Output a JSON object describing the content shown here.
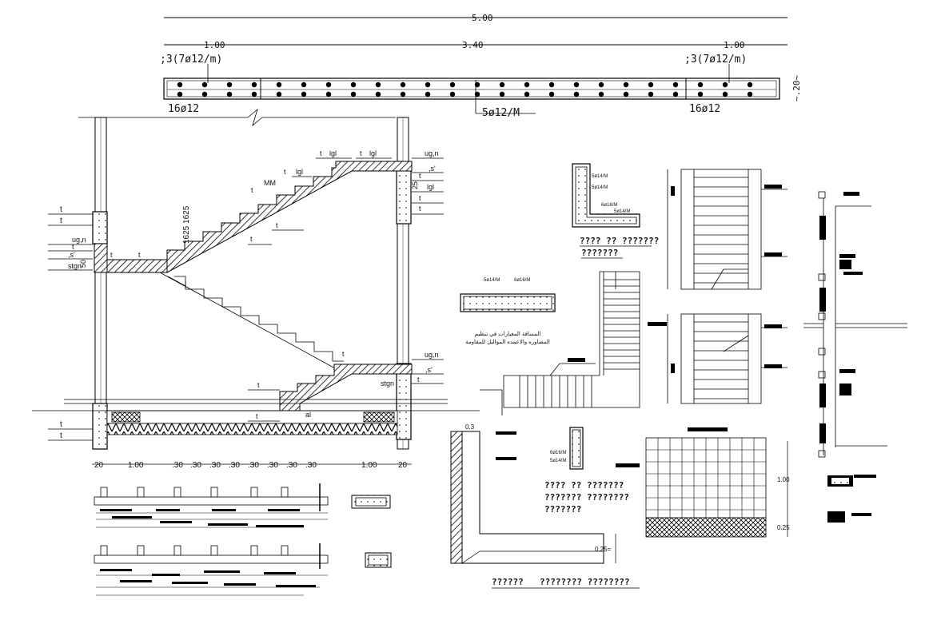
{
  "beam": {
    "total_dim": "5.00",
    "left_dim": "1.00",
    "mid_dim": "3.40",
    "right_dim": "1.00",
    "left_stirrups": ";3(7ø12/m)",
    "right_stirrups": ";3(7ø12/m)",
    "left_bars": "16ø12",
    "right_bars": "16ø12",
    "mid_bars": "5ø12/M",
    "depth": "~.20~"
  },
  "section": {
    "dim_50": "50",
    "dim_1625": "1625 1625",
    "labels": {
      "t": "t",
      "lgl": "lgl",
      "ugn": "ug,n",
      "s": ",s'",
      "stgn": "stgn",
      "mm": "MM",
      "al": "al",
      "dim25": "25"
    }
  },
  "bottom_dims": [
    "20",
    "1.00",
    ".30",
    ".30",
    ".30",
    ".30",
    ".30",
    ".30",
    ".30",
    ".30",
    "1.00",
    "20"
  ],
  "details": {
    "bar_label_1": "6ø16/M",
    "bar_label_2": "5ø14/M",
    "l_caption_1": "???? ?? ???????",
    "l_caption_2": "???????",
    "arabic_1": "المسافة المعيارات في تنظيم",
    "arabic_2": "المصاوره والاعمده المواليل للمقاومة",
    "col_caption_1": "???? ?? ???????",
    "col_caption_2": "??????? ????????",
    "col_caption_3": "???????",
    "slab_dim": "0.3",
    "slab_dim_2": "0.25=",
    "bottom_caption_1": "??????",
    "bottom_caption_2": "???????? ????????",
    "grid_dim_1": "1.00",
    "grid_dim_2": "0.25"
  }
}
